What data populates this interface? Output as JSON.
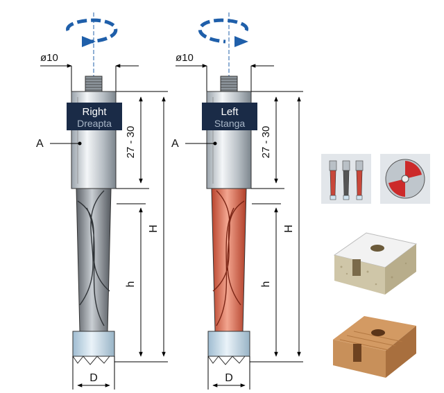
{
  "bits": [
    {
      "label_en": "Right",
      "label_ro": "Dreapta",
      "diameter_label": "ø10",
      "shank_len_label": "27 - 30",
      "total_len_label": "H",
      "flute_len_label": "h",
      "point_label": "A",
      "cut_diam_label": "D"
    },
    {
      "label_en": "Left",
      "label_ro": "Stanga",
      "diameter_label": "ø10",
      "shank_len_label": "27 - 30",
      "total_len_label": "H",
      "flute_len_label": "h",
      "point_label": "A",
      "cut_diam_label": "D"
    }
  ],
  "colors": {
    "rotation_arrow": "#1f5faa",
    "badge_bg": "#1a2b47",
    "badge_text_top": "#ffffff",
    "badge_text_bottom": "#a9b7c8",
    "gray_bit": "#9aa0a6",
    "red_bit": "#e0765f",
    "collar": "#cfe3f0",
    "chipboard": "#cfc6a8",
    "wood": "#c8905a"
  },
  "icons": [
    "bits-set-icon",
    "cutter-end-icon",
    "chipboard-hole-icon",
    "wood-hole-icon"
  ]
}
